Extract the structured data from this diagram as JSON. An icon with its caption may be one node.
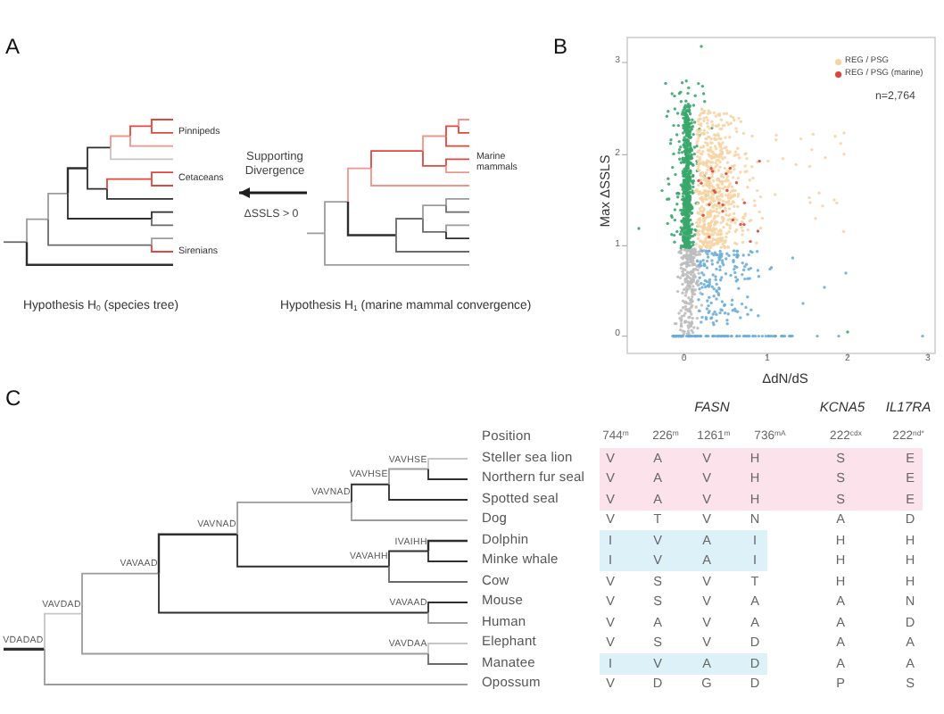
{
  "diagram": {
    "nodes": [
      {
        "text": [],
        "shape": "picture"
      },
      {
        "text": [],
        "shape": "picture"
      }
    ],
    "edges": [
      {
        "from": 1,
        "to": 0,
        "arrow": "to",
        "label": "Supporting Divergence"
      }
    ],
    "labels": [
      "A",
      "Pinnipeds",
      "Cetaceans",
      "Sirenians",
      "ΔSSLS > 0",
      "Marine mammals",
      "Hypothesis H$_{0}$ (species tree)",
      "Hypothesis H$_{1}$ (marine mammal convergence)",
      "B",
      "n=2,764",
      "3",
      "2",
      "1",
      "0",
      "Max ΔSSLS",
      "0",
      "1",
      "2",
      "3",
      "ΔdN/dS",
      "C",
      "VAVHSE",
      "VAVHSE",
      "VAVNAD",
      "VAVNAD",
      "IVAIHH",
      "VAVAHH",
      "VAVAAD",
      "VAVDAD",
      "VAVAAD",
      "VDADAD",
      "VAVDAA",
      "FASN",
      "KCNA5",
      "IL17RA",
      "Position",
      "744$^{m}$",
      "226$^{m}$",
      "1261$^{m}$",
      "736$^{mA}$",
      "222$^{cdx}$",
      "222$^{nd*}$",
      "Steller sea lion",
      "V",
      "A",
      "V",
      "H",
      "S",
      "E",
      "Northern fur seal",
      "V",
      "A",
      "V",
      "H",
      "S",
      "E",
      "Spotted seal",
      "V",
      "A",
      "V",
      "H",
      "S",
      "E",
      "Dog",
      "V",
      "T",
      "V",
      "N",
      "A",
      "D",
      "Dolphin",
      "I",
      "V",
      "A",
      "I",
      "H",
      "H",
      "Minke whale",
      "I",
      "V",
      "A",
      "I",
      "H",
      "H",
      "Cow",
      "V",
      "S",
      "V",
      "T",
      "H",
      "H",
      "Mouse",
      "V",
      "S",
      "V",
      "A",
      "A",
      "N",
      "Human",
      "V",
      "A",
      "V",
      "A",
      "A",
      "D",
      "Elephant",
      "V",
      "S",
      "V",
      "D",
      "A",
      "A",
      "Manatee",
      "I",
      "V",
      "A",
      "D",
      "A",
      "A",
      "Opossum",
      "V",
      "D",
      "G",
      "D",
      "P",
      "S"
    ],
    "legend": [
      {
        "text": "REG / PSG",
        "color": "#f7d4a3"
      },
      {
        "text": "REG / PSG (marine)",
        "color": "#d9473b"
      }
    ]
  }
}
